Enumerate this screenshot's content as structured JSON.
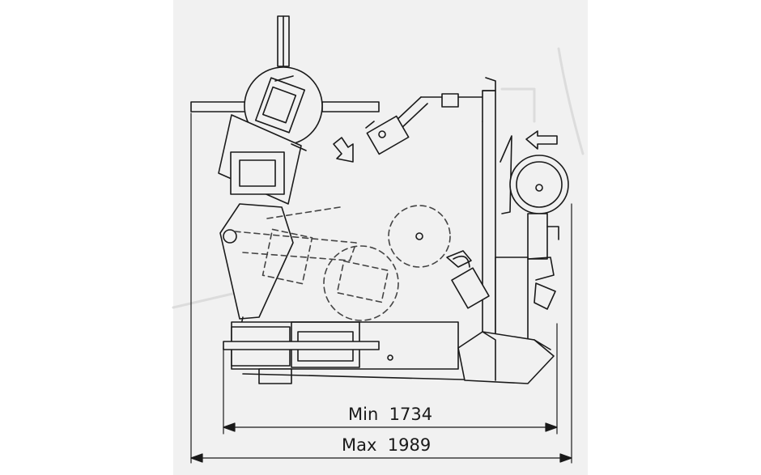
{
  "diagram": {
    "subject": "tyre-changer-machine-side-elevation",
    "colors": {
      "background": "#ffffff",
      "panel": "#f1f1f1",
      "line": "#1a1a1a",
      "ghost_line": "#444444"
    },
    "dimensions": [
      {
        "id": "min",
        "label": "Min",
        "value": "1734"
      },
      {
        "id": "max",
        "label": "Max",
        "value": "1989"
      }
    ],
    "arrows": [
      {
        "id": "arm-down-arrow",
        "direction": "down-right"
      },
      {
        "id": "wheel-in-arrow",
        "direction": "left"
      }
    ]
  }
}
